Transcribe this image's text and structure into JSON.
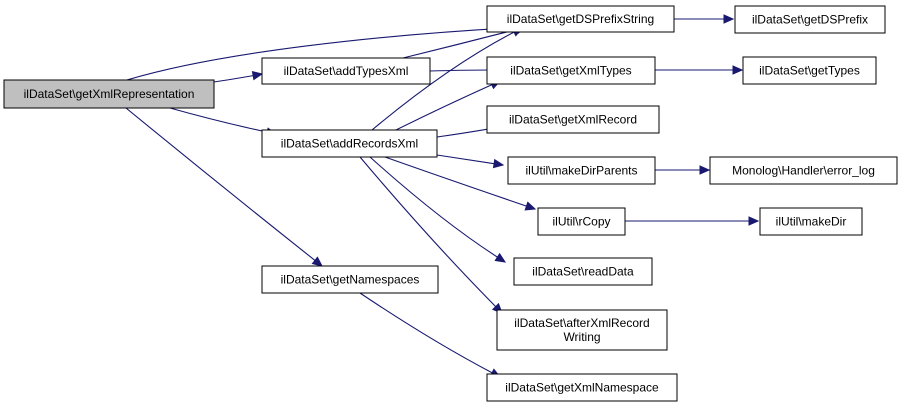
{
  "diagram": {
    "type": "call-graph",
    "colors": {
      "edge": "#191970",
      "root_fill": "#bfbfbf",
      "node_fill": "#ffffff",
      "node_border": "#000000"
    },
    "nodes": [
      {
        "id": "getXmlRepresentation",
        "lines": [
          "ilDataSet\\getXmlRepresentation"
        ],
        "root": true
      },
      {
        "id": "addTypesXml",
        "lines": [
          "ilDataSet\\addTypesXml"
        ]
      },
      {
        "id": "addRecordsXml",
        "lines": [
          "ilDataSet\\addRecordsXml"
        ]
      },
      {
        "id": "getNamespaces",
        "lines": [
          "ilDataSet\\getNamespaces"
        ]
      },
      {
        "id": "getDSPrefixString",
        "lines": [
          "ilDataSet\\getDSPrefixString"
        ]
      },
      {
        "id": "getXmlTypes",
        "lines": [
          "ilDataSet\\getXmlTypes"
        ]
      },
      {
        "id": "getXmlRecord",
        "lines": [
          "ilDataSet\\getXmlRecord"
        ]
      },
      {
        "id": "makeDirParents",
        "lines": [
          "ilUtil\\makeDirParents"
        ]
      },
      {
        "id": "rCopy",
        "lines": [
          "ilUtil\\rCopy"
        ]
      },
      {
        "id": "readData",
        "lines": [
          "ilDataSet\\readData"
        ]
      },
      {
        "id": "afterXmlRecordWriting",
        "lines": [
          "ilDataSet\\afterXmlRecord",
          "Writing"
        ]
      },
      {
        "id": "getXmlNamespace",
        "lines": [
          "ilDataSet\\getXmlNamespace"
        ]
      },
      {
        "id": "getDSPrefix",
        "lines": [
          "ilDataSet\\getDSPrefix"
        ]
      },
      {
        "id": "getTypes",
        "lines": [
          "ilDataSet\\getTypes"
        ]
      },
      {
        "id": "error_log",
        "lines": [
          "Monolog\\Handler\\error_log"
        ]
      },
      {
        "id": "makeDir",
        "lines": [
          "ilUtil\\makeDir"
        ]
      }
    ],
    "edges": [
      {
        "from": "getXmlRepresentation",
        "to": "getDSPrefixString"
      },
      {
        "from": "getXmlRepresentation",
        "to": "addTypesXml"
      },
      {
        "from": "getXmlRepresentation",
        "to": "addRecordsXml"
      },
      {
        "from": "getXmlRepresentation",
        "to": "getNamespaces"
      },
      {
        "from": "addTypesXml",
        "to": "getDSPrefixString"
      },
      {
        "from": "addTypesXml",
        "to": "getXmlTypes"
      },
      {
        "from": "addRecordsXml",
        "to": "getDSPrefixString"
      },
      {
        "from": "addRecordsXml",
        "to": "getXmlTypes"
      },
      {
        "from": "addRecordsXml",
        "to": "getXmlRecord"
      },
      {
        "from": "addRecordsXml",
        "to": "makeDirParents"
      },
      {
        "from": "addRecordsXml",
        "to": "rCopy"
      },
      {
        "from": "addRecordsXml",
        "to": "readData"
      },
      {
        "from": "addRecordsXml",
        "to": "afterXmlRecordWriting"
      },
      {
        "from": "getNamespaces",
        "to": "getXmlNamespace"
      },
      {
        "from": "getDSPrefixString",
        "to": "getDSPrefix"
      },
      {
        "from": "getXmlTypes",
        "to": "getTypes"
      },
      {
        "from": "makeDirParents",
        "to": "error_log"
      },
      {
        "from": "rCopy",
        "to": "makeDir"
      }
    ]
  }
}
